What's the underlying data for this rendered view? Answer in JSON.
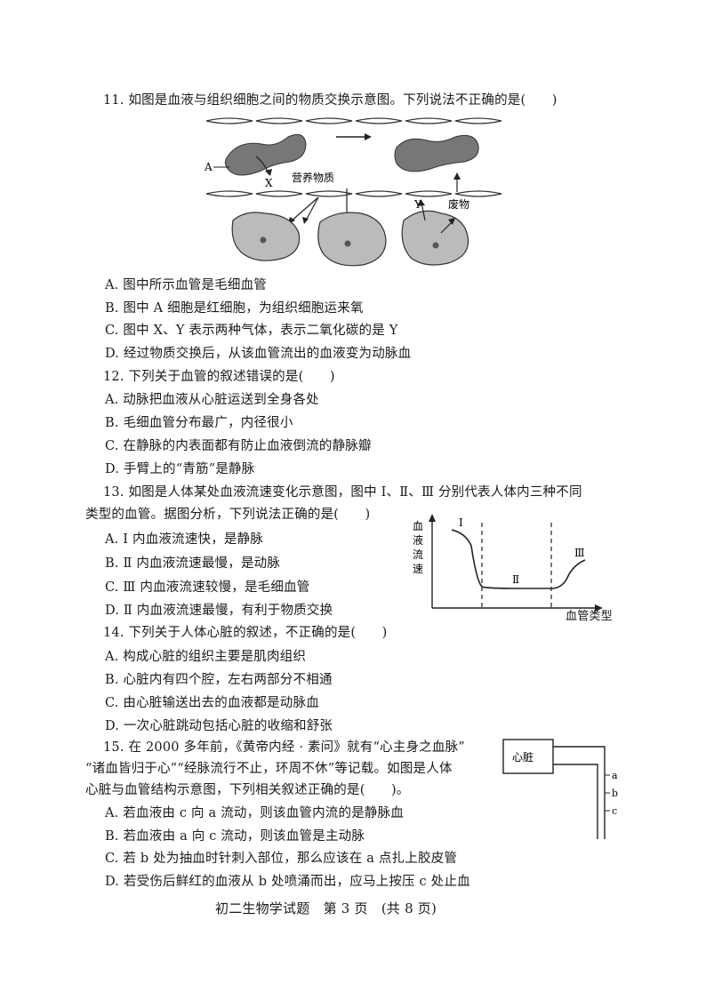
{
  "q11": {
    "stem": "11. 如图是血液与组织细胞之间的物质交换示意图。下列说法不正确的是(　　)",
    "fig": {
      "a": "A",
      "x": "X",
      "nutrients": "营养物质",
      "y": "Y",
      "waste": "废物"
    },
    "opts": [
      "A. 图中所示血管是毛细血管",
      "B. 图中 A 细胞是红细胞，为组织细胞运来氧",
      "C. 图中 X、Y 表示两种气体，表示二氧化碳的是 Y",
      "D. 经过物质交换后，从该血管流出的血液变为动脉血"
    ]
  },
  "q12": {
    "stem": "12. 下列关于血管的叙述错误的是(　　)",
    "opts": [
      "A. 动脉把血液从心脏运送到全身各处",
      "B. 毛细血管分布最广，内径很小",
      "C. 在静脉的内表面都有防止血液倒流的静脉瓣",
      "D. 手臂上的“青筋”是静脉"
    ]
  },
  "q13": {
    "stem1": "13. 如图是人体某处血液流速变化示意图，图中 Ⅰ、Ⅱ、Ⅲ 分别代表人体内三种不同",
    "stem2": "类型的血管。据图分析，下列说法正确的是(　　)",
    "opts": [
      "A. Ⅰ 内血液流速快，是静脉",
      "B. Ⅱ 内血液流速最慢，是动脉",
      "C. Ⅲ 内血液流速较慢，是毛细血管",
      "D. Ⅱ 内血液流速最慢，有利于物质交换"
    ],
    "chart": {
      "ylabel": [
        "血",
        "液",
        "流",
        "速"
      ],
      "xlabel": "血管类型",
      "seg1": "Ⅰ",
      "seg2": "Ⅱ",
      "seg3": "Ⅲ"
    }
  },
  "q14": {
    "stem": "14. 下列关于人体心脏的叙述，不正确的是(　　)",
    "opts": [
      "A. 构成心脏的组织主要是肌肉组织",
      "B. 心脏内有四个腔，左右两部分不相通",
      "C. 由心脏输送出去的血液都是动脉血",
      "D. 一次心脏跳动包括心脏的收缩和舒张"
    ]
  },
  "q15": {
    "stem1": "15. 在 2000 多年前，《黄帝内经 · 素问》就有“心主身之血脉”",
    "stem2": "“诸血皆归于心”“经脉流行不止，环周不休”等记载。如图是人体",
    "stem3": "心脏与血管结构示意图，下列相关叙述正确的是(　　)。",
    "opts": [
      "A. 若血液由 c 向 a 流动，则该血管内流的是静脉血",
      "B. 若血液由 a 向 c 流动，则该血管是主动脉",
      "C. 若 b 处为抽血时针刺入部位，那么应该在 a 点扎上胶皮管",
      "D. 若受伤后鲜红的血液从 b 处喷涌而出，应马上按压 c 处止血"
    ],
    "fig": {
      "heart": "心脏",
      "a": "a",
      "b": "b",
      "c": "c"
    }
  },
  "footer": {
    "text": "初二生物学试题　第 3 页　(共 8 页)"
  }
}
